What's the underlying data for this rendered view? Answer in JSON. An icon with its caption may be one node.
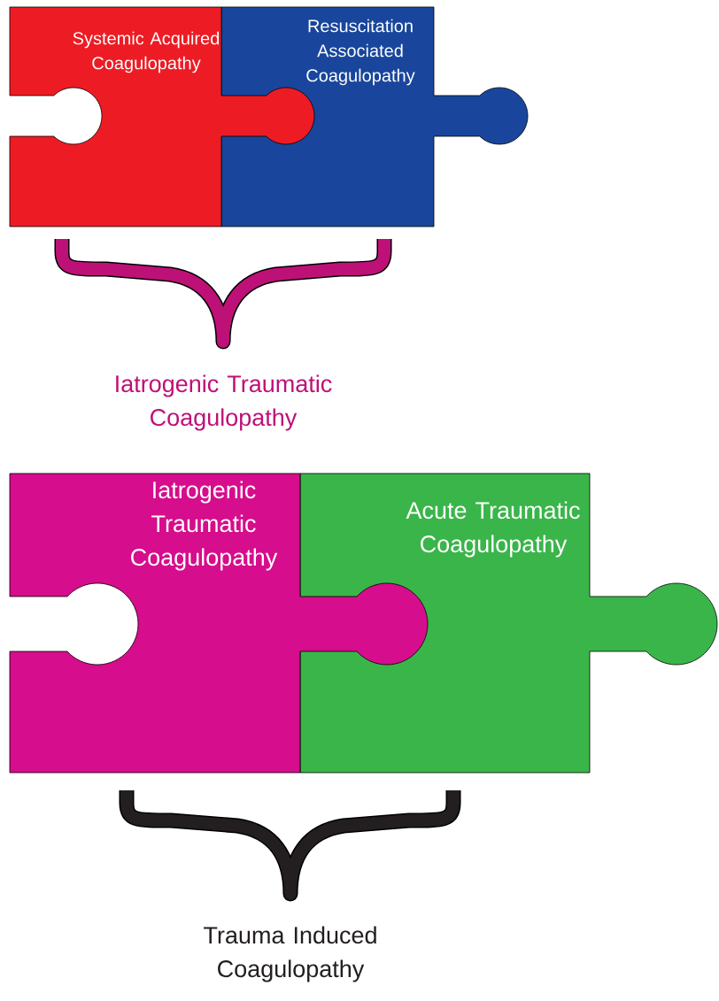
{
  "diagram": {
    "nodes": [
      {
        "text": [
          "Systemic Acquired Coagulopathy"
        ]
      },
      {
        "text": [
          "Resuscitation Associated Coagulopathy"
        ]
      },
      {
        "text": [
          "Iatrogenic Traumatic Coagulopathy"
        ]
      },
      {
        "text": [
          "Acute Traumatic Coagulopathy"
        ]
      }
    ],
    "labels": [
      "Iatrogenic Traumatic Coagulopathy",
      "Trauma Induced Coagulopathy"
    ]
  }
}
